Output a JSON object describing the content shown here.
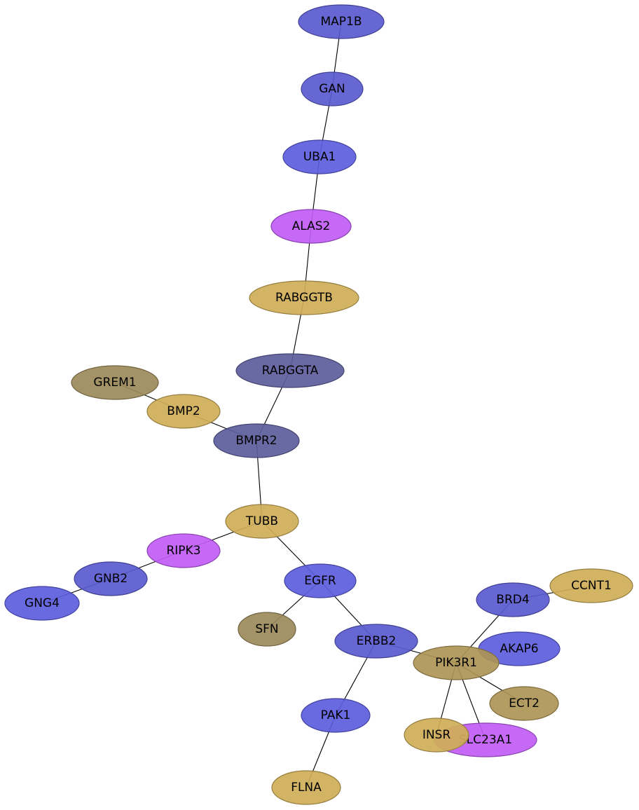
{
  "colors": {
    "blue": "#5a5acf",
    "blue_bright": "#5c5cdd",
    "slate": "#5c5c9c",
    "gold": "#cfae57",
    "olive": "#9b8a5a",
    "tan": "#ad9556",
    "magenta": "#c05cf5"
  },
  "nodes": [
    {
      "id": "MAP1B",
      "label": "MAP1B",
      "color": "blue"
    },
    {
      "id": "GAN",
      "label": "GAN",
      "color": "blue"
    },
    {
      "id": "UBA1",
      "label": "UBA1",
      "color": "blue_bright"
    },
    {
      "id": "ALAS2",
      "label": "ALAS2",
      "color": "magenta"
    },
    {
      "id": "RABGGTB",
      "label": "RABGGTB",
      "color": "gold"
    },
    {
      "id": "RABGGTA",
      "label": "RABGGTA",
      "color": "slate"
    },
    {
      "id": "GREM1",
      "label": "GREM1",
      "color": "olive"
    },
    {
      "id": "BMP2",
      "label": "BMP2",
      "color": "gold"
    },
    {
      "id": "BMPR2",
      "label": "BMPR2",
      "color": "slate"
    },
    {
      "id": "TUBB",
      "label": "TUBB",
      "color": "gold"
    },
    {
      "id": "RIPK3",
      "label": "RIPK3",
      "color": "magenta"
    },
    {
      "id": "GNB2",
      "label": "GNB2",
      "color": "blue"
    },
    {
      "id": "GNG4",
      "label": "GNG4",
      "color": "blue_bright"
    },
    {
      "id": "EGFR",
      "label": "EGFR",
      "color": "blue_bright"
    },
    {
      "id": "SFN",
      "label": "SFN",
      "color": "olive"
    },
    {
      "id": "ERBB2",
      "label": "ERBB2",
      "color": "blue"
    },
    {
      "id": "PAK1",
      "label": "PAK1",
      "color": "blue_bright"
    },
    {
      "id": "FLNA",
      "label": "FLNA",
      "color": "gold"
    },
    {
      "id": "BRD4",
      "label": "BRD4",
      "color": "blue"
    },
    {
      "id": "CCNT1",
      "label": "CCNT1",
      "color": "gold"
    },
    {
      "id": "AKAP6",
      "label": "AKAP6",
      "color": "blue_bright"
    },
    {
      "id": "PIK3R1",
      "label": "PIK3R1",
      "color": "tan"
    },
    {
      "id": "ECT2",
      "label": "ECT2",
      "color": "tan"
    },
    {
      "id": "SLC23A1",
      "label": "SLC23A1",
      "color": "magenta"
    },
    {
      "id": "INSR",
      "label": "INSR",
      "color": "gold"
    }
  ],
  "edges": [
    [
      "MAP1B",
      "GAN"
    ],
    [
      "GAN",
      "UBA1"
    ],
    [
      "UBA1",
      "ALAS2"
    ],
    [
      "ALAS2",
      "RABGGTB"
    ],
    [
      "RABGGTB",
      "RABGGTA"
    ],
    [
      "RABGGTA",
      "BMPR2"
    ],
    [
      "GREM1",
      "BMP2"
    ],
    [
      "BMP2",
      "BMPR2"
    ],
    [
      "BMPR2",
      "TUBB"
    ],
    [
      "TUBB",
      "RIPK3"
    ],
    [
      "RIPK3",
      "GNB2"
    ],
    [
      "GNB2",
      "GNG4"
    ],
    [
      "TUBB",
      "EGFR"
    ],
    [
      "EGFR",
      "SFN"
    ],
    [
      "EGFR",
      "ERBB2"
    ],
    [
      "ERBB2",
      "PIK3R1"
    ],
    [
      "ERBB2",
      "PAK1"
    ],
    [
      "PAK1",
      "FLNA"
    ],
    [
      "PIK3R1",
      "BRD4"
    ],
    [
      "BRD4",
      "CCNT1"
    ],
    [
      "PIK3R1",
      "ECT2"
    ],
    [
      "PIK3R1",
      "INSR"
    ],
    [
      "PIK3R1",
      "SLC23A1"
    ]
  ]
}
